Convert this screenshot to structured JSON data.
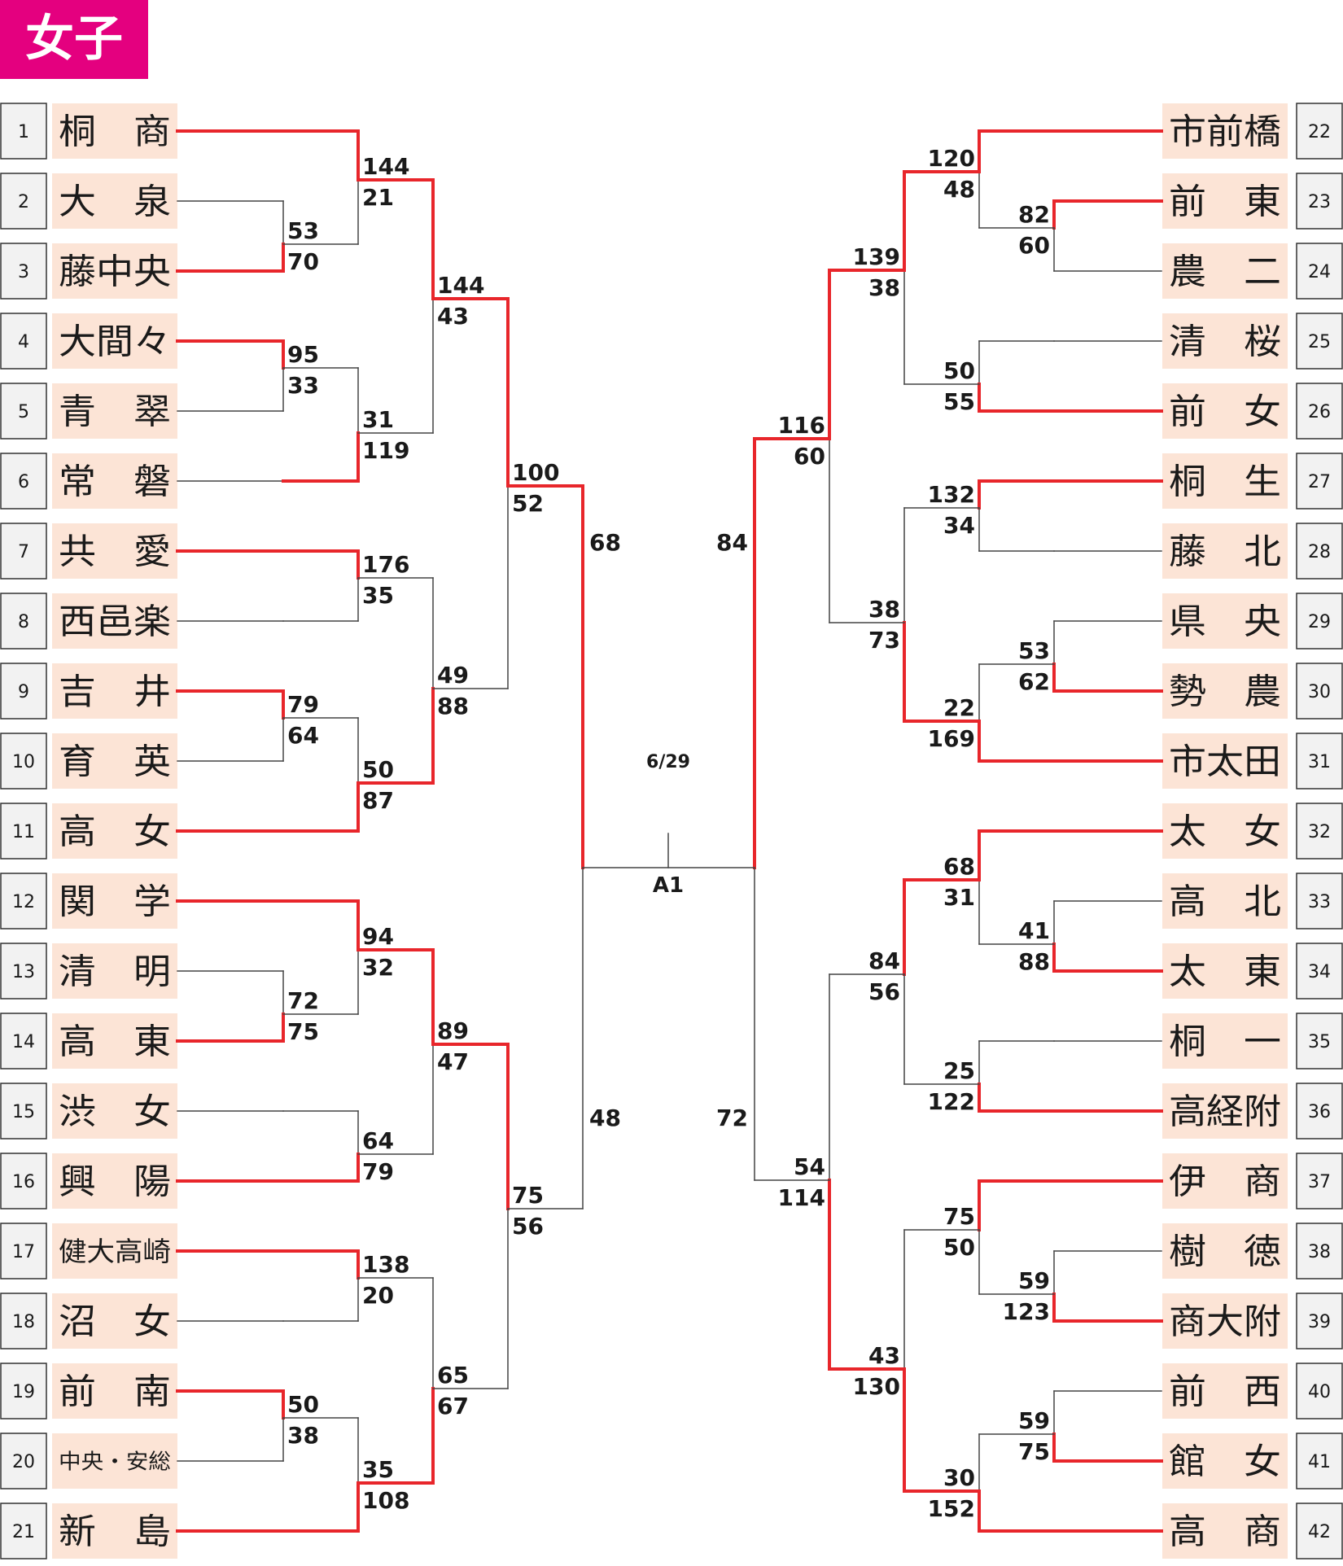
{
  "title": "女子",
  "colors": {
    "winner": "#e8262b",
    "line": "#444444",
    "title_bg": "#e4007f",
    "name_bg": "#fce4d6",
    "number_bg": "#f2f2f2",
    "text": "#1a1a1a"
  },
  "left_teams": [
    {
      "seed": "1",
      "name": "桐　商"
    },
    {
      "seed": "2",
      "name": "大　泉"
    },
    {
      "seed": "3",
      "name": "藤中央"
    },
    {
      "seed": "4",
      "name": "大間々"
    },
    {
      "seed": "5",
      "name": "青　翠"
    },
    {
      "seed": "6",
      "name": "常　磐"
    },
    {
      "seed": "7",
      "name": "共　愛"
    },
    {
      "seed": "8",
      "name": "西邑楽"
    },
    {
      "seed": "9",
      "name": "吉　井"
    },
    {
      "seed": "10",
      "name": "育　英"
    },
    {
      "seed": "11",
      "name": "高　女"
    },
    {
      "seed": "12",
      "name": "関　学"
    },
    {
      "seed": "13",
      "name": "清　明"
    },
    {
      "seed": "14",
      "name": "高　東"
    },
    {
      "seed": "15",
      "name": "渋　女"
    },
    {
      "seed": "16",
      "name": "興　陽"
    },
    {
      "seed": "17",
      "name": "健大高崎"
    },
    {
      "seed": "18",
      "name": "沼　女"
    },
    {
      "seed": "19",
      "name": "前　南"
    },
    {
      "seed": "20",
      "name": "中央・安総"
    },
    {
      "seed": "21",
      "name": "新　島"
    }
  ],
  "right_teams": [
    {
      "seed": "22",
      "name": "市前橋"
    },
    {
      "seed": "23",
      "name": "前　東"
    },
    {
      "seed": "24",
      "name": "農　二"
    },
    {
      "seed": "25",
      "name": "清　桜"
    },
    {
      "seed": "26",
      "name": "前　女"
    },
    {
      "seed": "27",
      "name": "桐　生"
    },
    {
      "seed": "28",
      "name": "藤　北"
    },
    {
      "seed": "29",
      "name": "県　央"
    },
    {
      "seed": "30",
      "name": "勢　農"
    },
    {
      "seed": "31",
      "name": "市太田"
    },
    {
      "seed": "32",
      "name": "太　女"
    },
    {
      "seed": "33",
      "name": "高　北"
    },
    {
      "seed": "34",
      "name": "太　東"
    },
    {
      "seed": "35",
      "name": "桐　一"
    },
    {
      "seed": "36",
      "name": "高経附"
    },
    {
      "seed": "37",
      "name": "伊　商"
    },
    {
      "seed": "38",
      "name": "樹　徳"
    },
    {
      "seed": "39",
      "name": "商大附"
    },
    {
      "seed": "40",
      "name": "前　西"
    },
    {
      "seed": "41",
      "name": "館　女"
    },
    {
      "seed": "42",
      "name": "高　商"
    }
  ],
  "matches": {
    "L_2_3": {
      "top_score": "53",
      "bottom_score": "70"
    },
    "L_4_5": {
      "top_score": "95",
      "bottom_score": "33"
    },
    "L_9_10": {
      "top_score": "79",
      "bottom_score": "64"
    },
    "L_13_14": {
      "top_score": "72",
      "bottom_score": "75"
    },
    "L_19_20": {
      "top_score": "50",
      "bottom_score": "38"
    },
    "L_1_23": {
      "top_score": "144",
      "bottom_score": "21"
    },
    "L_45_6": {
      "top_score": "31",
      "bottom_score": "119"
    },
    "L_7_8": {
      "top_score": "176",
      "bottom_score": "35"
    },
    "L_910_11": {
      "top_score": "50",
      "bottom_score": "87"
    },
    "L_12_1314": {
      "top_score": "94",
      "bottom_score": "32"
    },
    "L_15_16": {
      "top_score": "64",
      "bottom_score": "79"
    },
    "L_17_18": {
      "top_score": "138",
      "bottom_score": "20"
    },
    "L_1920_21": {
      "top_score": "35",
      "bottom_score": "108"
    },
    "L_q1": {
      "top_score": "144",
      "bottom_score": "43"
    },
    "L_q2": {
      "top_score": "49",
      "bottom_score": "88"
    },
    "L_q3": {
      "top_score": "89",
      "bottom_score": "47"
    },
    "L_q4": {
      "top_score": "65",
      "bottom_score": "67"
    },
    "L_s1": {
      "top_score": "100",
      "bottom_score": "52"
    },
    "L_s2": {
      "top_score": "75",
      "bottom_score": "56"
    },
    "R_23_24": {
      "top_score": "82",
      "bottom_score": "60"
    },
    "R_29_30": {
      "top_score": "53",
      "bottom_score": "62"
    },
    "R_33_34": {
      "top_score": "41",
      "bottom_score": "88"
    },
    "R_38_39": {
      "top_score": "59",
      "bottom_score": "123"
    },
    "R_40_41": {
      "top_score": "59",
      "bottom_score": "75"
    },
    "R_22_2324": {
      "top_score": "120",
      "bottom_score": "48"
    },
    "R_25_26": {
      "top_score": "50",
      "bottom_score": "55"
    },
    "R_27_28": {
      "top_score": "132",
      "bottom_score": "34"
    },
    "R_2930_31": {
      "top_score": "22",
      "bottom_score": "169"
    },
    "R_32_3334": {
      "top_score": "68",
      "bottom_score": "31"
    },
    "R_35_36": {
      "top_score": "25",
      "bottom_score": "122"
    },
    "R_37_3839": {
      "top_score": "75",
      "bottom_score": "50"
    },
    "R_4041_42": {
      "top_score": "30",
      "bottom_score": "152"
    },
    "R_q1": {
      "top_score": "139",
      "bottom_score": "38"
    },
    "R_q2": {
      "top_score": "38",
      "bottom_score": "73"
    },
    "R_q3": {
      "top_score": "84",
      "bottom_score": "56"
    },
    "R_q4": {
      "top_score": "43",
      "bottom_score": "130"
    },
    "R_s1": {
      "top_score": "116",
      "bottom_score": "60"
    },
    "R_s2": {
      "top_score": "54",
      "bottom_score": "114"
    }
  },
  "final": {
    "date": "6/29",
    "court": "A1",
    "left_top_score": "68",
    "left_bottom_score": "48",
    "right_top_score": "84",
    "right_bottom_score": "72"
  }
}
